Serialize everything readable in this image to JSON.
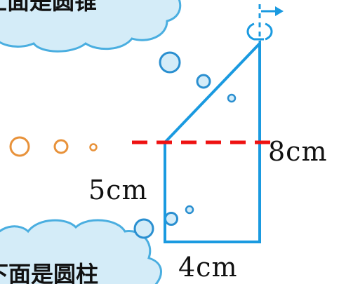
{
  "clouds": {
    "top_text": "上面是圆锥",
    "bottom_text": "下面是圆柱"
  },
  "labels": {
    "slant_height": "8cm",
    "lower_height": "5cm",
    "base_width": "4cm"
  },
  "colors": {
    "shape_line": "#1a9ae0",
    "cut_line": "#ee1111",
    "cloud_fill": "#d4ecf8",
    "cloud_stroke": "#4aaee0",
    "orange_circles": "#e8923a",
    "bubble_stroke": "#2a8fd0"
  },
  "icons": {
    "rotation_arrow": "rotation-arrow-icon"
  }
}
